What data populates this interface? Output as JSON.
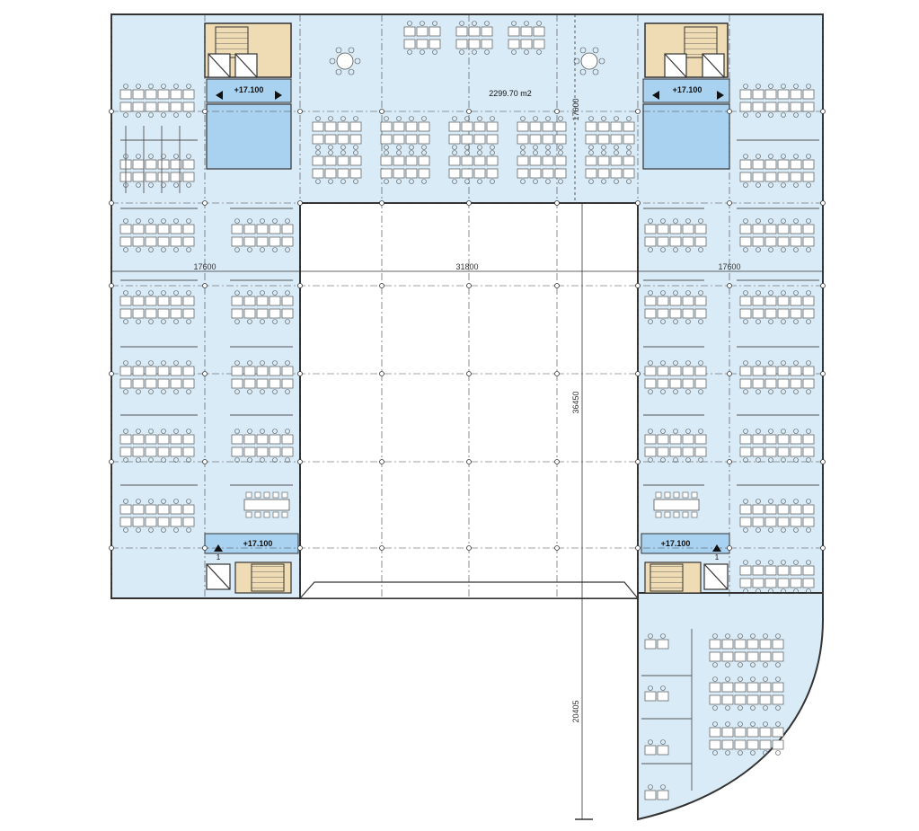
{
  "colors": {
    "floor": "#d9ebf7",
    "core": "#a9d2f0",
    "stair": "#efdcb5",
    "wall": "#333333",
    "grid": "#444444",
    "furniture": "#555555"
  },
  "labels": {
    "level_top_left": "+17.100",
    "level_top_right": "+17.100",
    "level_bottom_left": "+17.100",
    "level_bottom_right": "+17.100",
    "floor_area": "2299.70 m2",
    "lift_num_left": "1",
    "lift_num_right": "1"
  },
  "dimensions": {
    "wing_left": "17600",
    "courtyard_width": "31800",
    "wing_right": "17600",
    "top_depth": "17600",
    "courtyard_height": "36450",
    "tail_length": "20405"
  },
  "icons": [
    "stair-icon",
    "elevator-icon",
    "desk-cluster-icon",
    "meeting-table-icon",
    "round-table-icon",
    "level-arrow-icon"
  ]
}
